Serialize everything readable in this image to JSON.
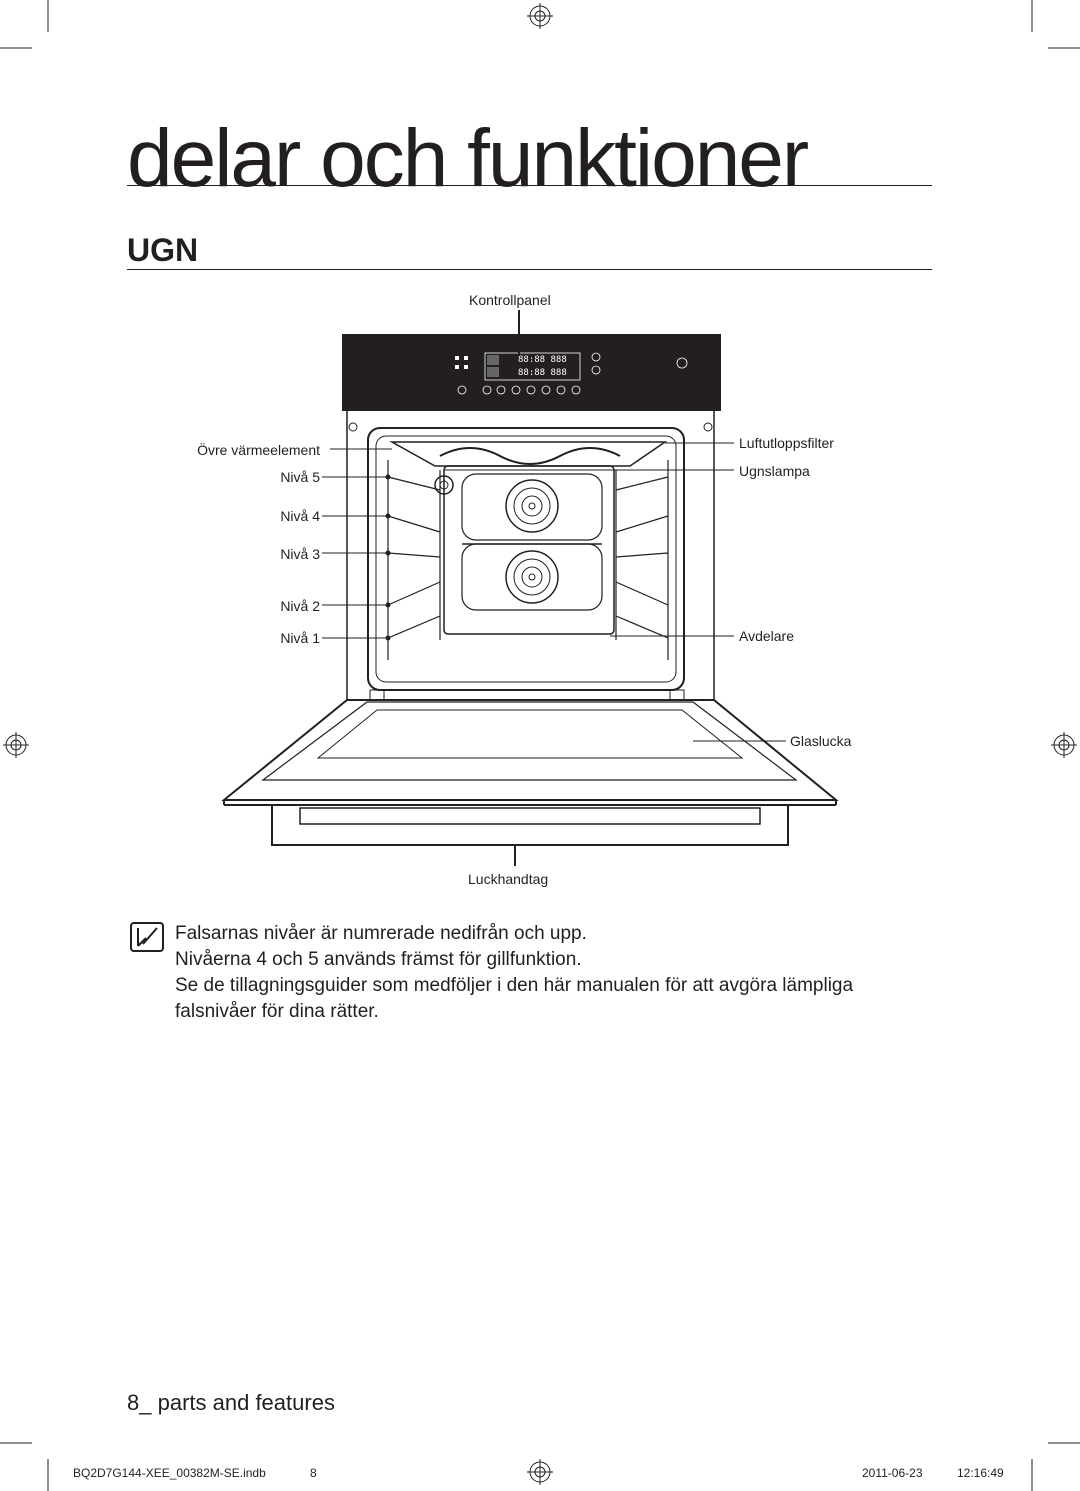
{
  "header": {
    "chapter_title": "delar och funktioner",
    "section_heading": "UGN"
  },
  "diagram": {
    "labels": {
      "control_panel": "Kontrollpanel",
      "upper_heating_element": "Övre värmeelement",
      "level_5": "Nivå 5",
      "level_4": "Nivå 4",
      "level_3": "Nivå 3",
      "level_2": "Nivå 2",
      "level_1": "Nivå 1",
      "air_outlet_filter": "Luftutloppsfilter",
      "oven_lamp": "Ugnslampa",
      "divider": "Avdelare",
      "glass_door": "Glaslucka",
      "door_handle": "Luckhandtag"
    }
  },
  "note": {
    "lines": [
      "Falsarnas nivåer är numrerade nedifrån och upp.",
      "Nivåerna 4 och 5 används främst för gillfunktion.",
      "Se de tillagningsguider som medföljer i den här manualen för att avgöra lämpliga falsnivåer för dina rätter."
    ]
  },
  "footer": {
    "page_number": "8_",
    "page_section": "parts and features",
    "file_name": "BQ2D7G144-XEE_00382M-SE.indb",
    "file_page": "8",
    "date": "2011-06-23",
    "time": "12:16:49"
  }
}
